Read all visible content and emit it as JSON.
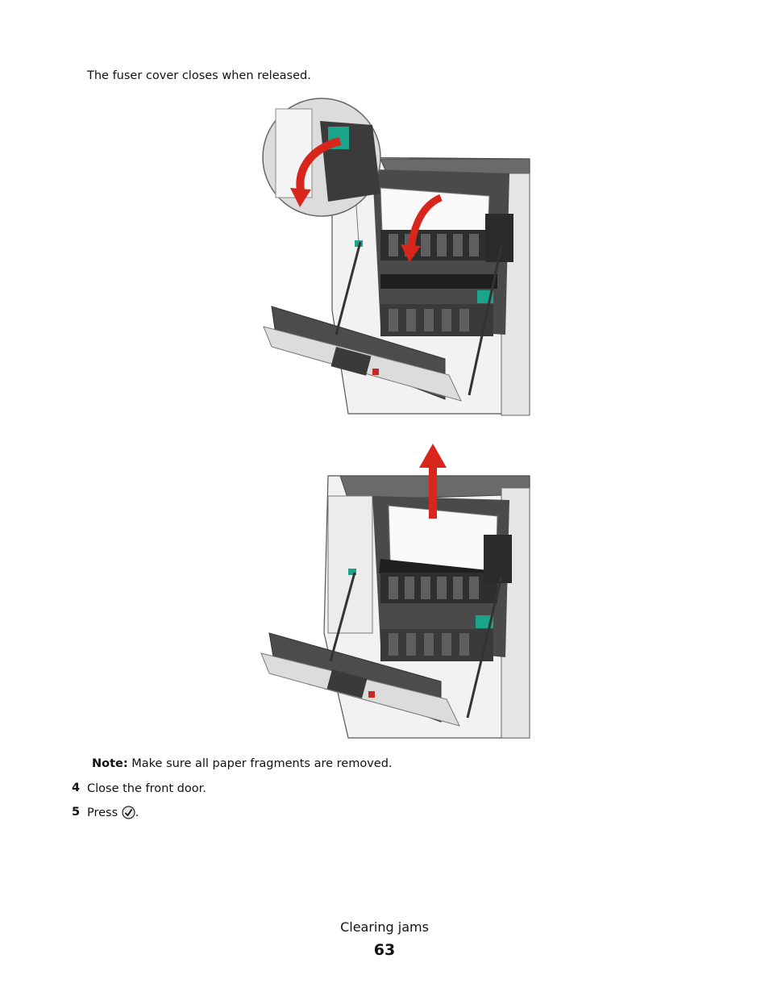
{
  "intro_text": "The fuser cover closes when released.",
  "note": {
    "label": "Note:",
    "text": "Make sure all paper fragments are removed."
  },
  "steps": [
    {
      "number": "4",
      "text": "Close the front door."
    },
    {
      "number": "5",
      "text_before": "Press",
      "icon": "checkmark-button-icon",
      "text_after": "."
    }
  ],
  "footer": {
    "section": "Clearing jams",
    "page": "63"
  },
  "colors": {
    "arrow": "#d9261c",
    "latch": "#1aa58a",
    "printer_dark": "#3d3d3d",
    "printer_light": "#ececec"
  }
}
